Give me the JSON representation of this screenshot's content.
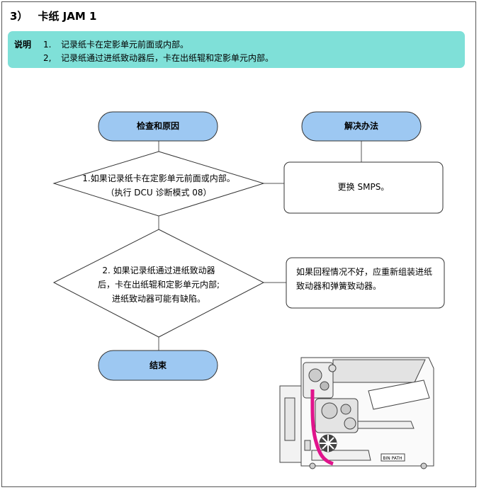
{
  "section_title": {
    "number": "3）",
    "text": "卡纸 JAM 1"
  },
  "note": {
    "label": "说明",
    "items": [
      {
        "num": "1.",
        "text": "记录纸卡在定影单元前面或内部。"
      },
      {
        "num": "2,",
        "text": "记录纸通过进纸致动器后，卡在出纸辊和定影单元内部。"
      }
    ]
  },
  "flow": {
    "check_header": "检查和原因",
    "solution_header": "解决办法",
    "step1": {
      "line1": "1.如果记录纸卡在定影单元前面或内部。",
      "line2": "（执行 DCU 诊断模式 08）"
    },
    "solution1": "更换 SMPS。",
    "step2": {
      "line1": "2. 如果记录纸通过进纸致动器",
      "line2": "后，卡在出纸辊和定影单元内部;",
      "line3": "进纸致动器可能有缺陷。"
    },
    "solution2": {
      "line1": "如果回程情况不好，应重新组装进纸",
      "line2": "致动器和弹簧致动器。"
    },
    "end": "结束"
  },
  "illustration": {
    "tag": "BIN PATH"
  },
  "colors": {
    "pill": "#9dc8f2",
    "note": "#7fe0d8",
    "paper_path": "#e0148c"
  }
}
